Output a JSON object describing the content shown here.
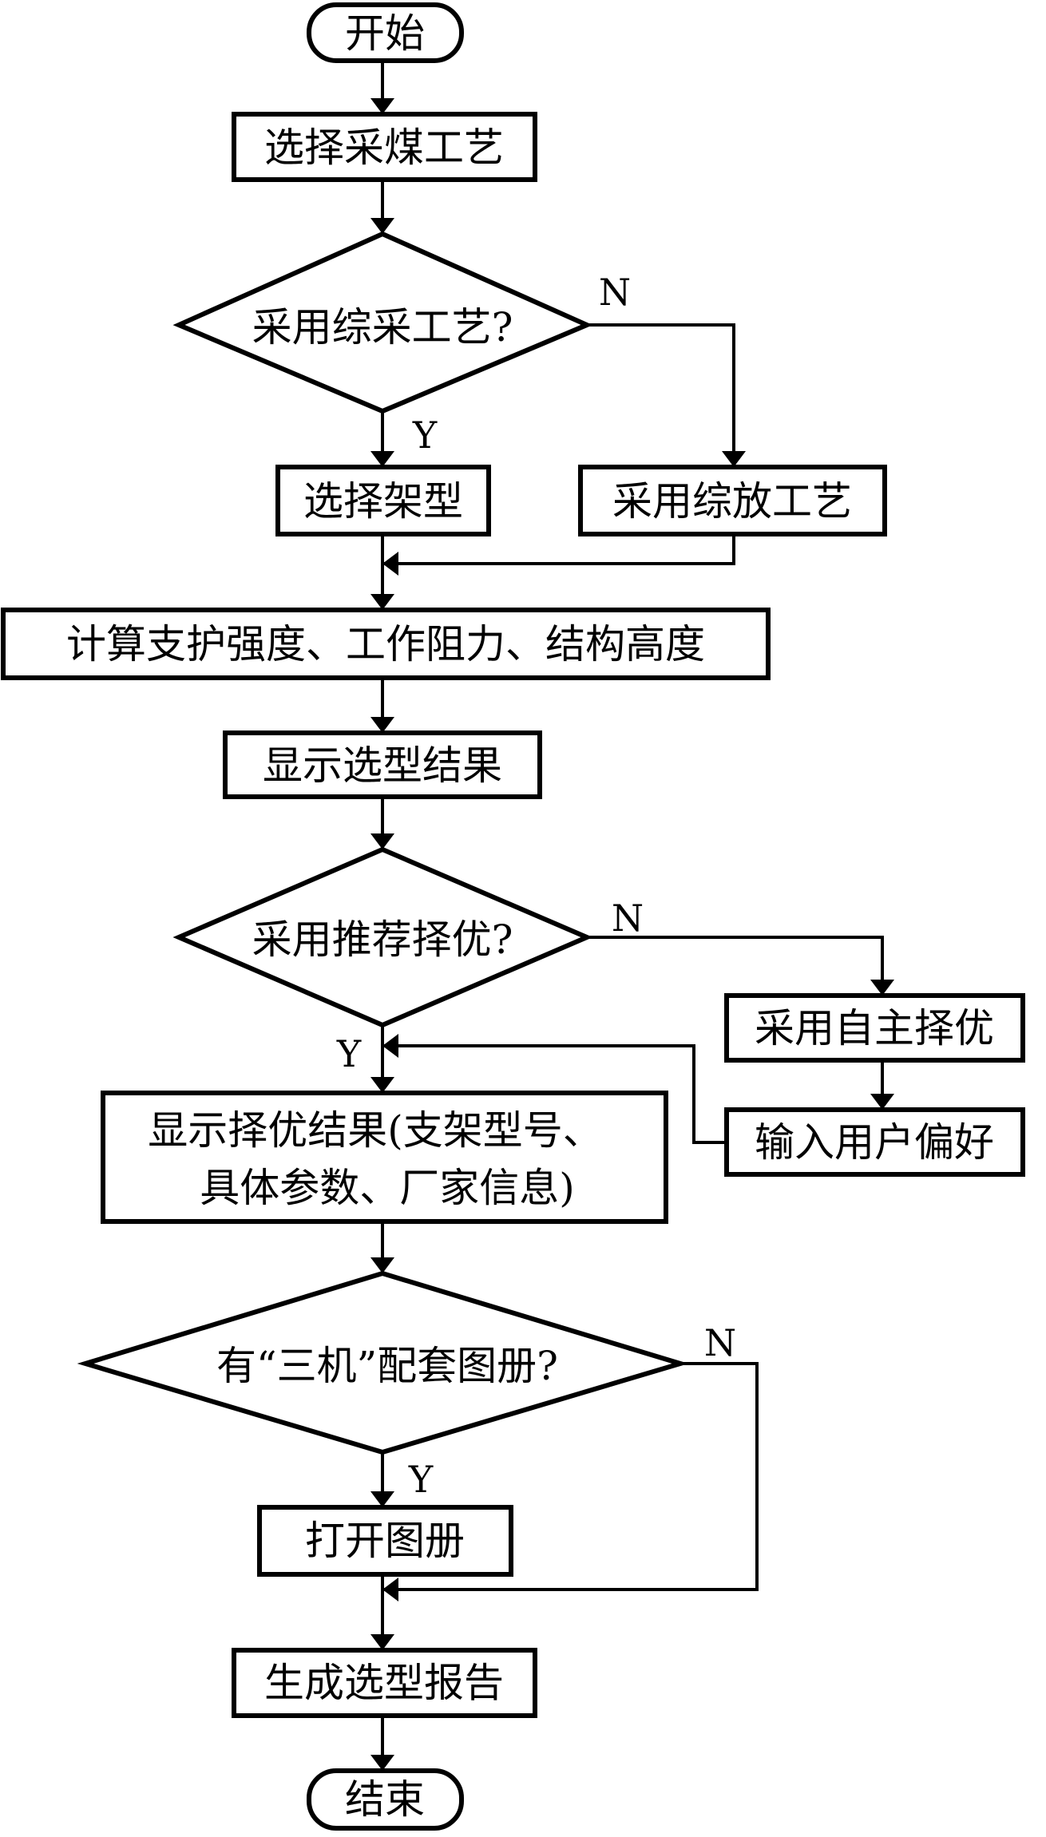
{
  "diagram": {
    "type": "flowchart",
    "stroke_color": "#000000",
    "background_color": "#ffffff",
    "nodes": {
      "start": {
        "shape": "terminator",
        "text": "开始"
      },
      "select_process": {
        "shape": "process",
        "text": "选择采煤工艺"
      },
      "decision_fully_mechanized": {
        "shape": "decision",
        "text": "采用综采工艺?"
      },
      "select_support_type": {
        "shape": "process",
        "text": "选择架型"
      },
      "use_top_coal_caving": {
        "shape": "process",
        "text": "采用综放工艺"
      },
      "calculate": {
        "shape": "process",
        "text": "计算支护强度、工作阻力、结构高度"
      },
      "show_selection_result": {
        "shape": "process",
        "text": "显示选型结果"
      },
      "decision_recommend": {
        "shape": "decision",
        "text": "采用推荐择优?"
      },
      "self_optimize": {
        "shape": "process",
        "text": "采用自主择优"
      },
      "input_preference": {
        "shape": "process",
        "text": "输入用户偏好"
      },
      "show_optimal_result": {
        "shape": "process",
        "lines": [
          "显示择优结果(支架型号、",
          "具体参数、厂家信息)"
        ]
      },
      "decision_atlas": {
        "shape": "decision",
        "text": "有“三机”配套图册?"
      },
      "open_atlas": {
        "shape": "process",
        "text": "打开图册"
      },
      "generate_report": {
        "shape": "process",
        "text": "生成选型报告"
      },
      "end": {
        "shape": "terminator",
        "text": "结束"
      }
    },
    "edge_labels": {
      "d1_yes": "Y",
      "d1_no": "N",
      "d2_yes": "Y",
      "d2_no": "N",
      "d3_yes": "Y",
      "d3_no": "N"
    },
    "edges": [
      {
        "from": "start",
        "to": "select_process"
      },
      {
        "from": "select_process",
        "to": "decision_fully_mechanized"
      },
      {
        "from": "decision_fully_mechanized",
        "to": "select_support_type",
        "label": "Y"
      },
      {
        "from": "decision_fully_mechanized",
        "to": "use_top_coal_caving",
        "label": "N"
      },
      {
        "from": "select_support_type",
        "to": "calculate"
      },
      {
        "from": "use_top_coal_caving",
        "to": "calculate"
      },
      {
        "from": "calculate",
        "to": "show_selection_result"
      },
      {
        "from": "show_selection_result",
        "to": "decision_recommend"
      },
      {
        "from": "decision_recommend",
        "to": "show_optimal_result",
        "label": "Y"
      },
      {
        "from": "decision_recommend",
        "to": "self_optimize",
        "label": "N"
      },
      {
        "from": "self_optimize",
        "to": "input_preference"
      },
      {
        "from": "input_preference",
        "to": "show_optimal_result"
      },
      {
        "from": "show_optimal_result",
        "to": "decision_atlas"
      },
      {
        "from": "decision_atlas",
        "to": "open_atlas",
        "label": "Y"
      },
      {
        "from": "decision_atlas",
        "to": "generate_report",
        "label": "N"
      },
      {
        "from": "open_atlas",
        "to": "generate_report"
      },
      {
        "from": "generate_report",
        "to": "end"
      }
    ]
  }
}
